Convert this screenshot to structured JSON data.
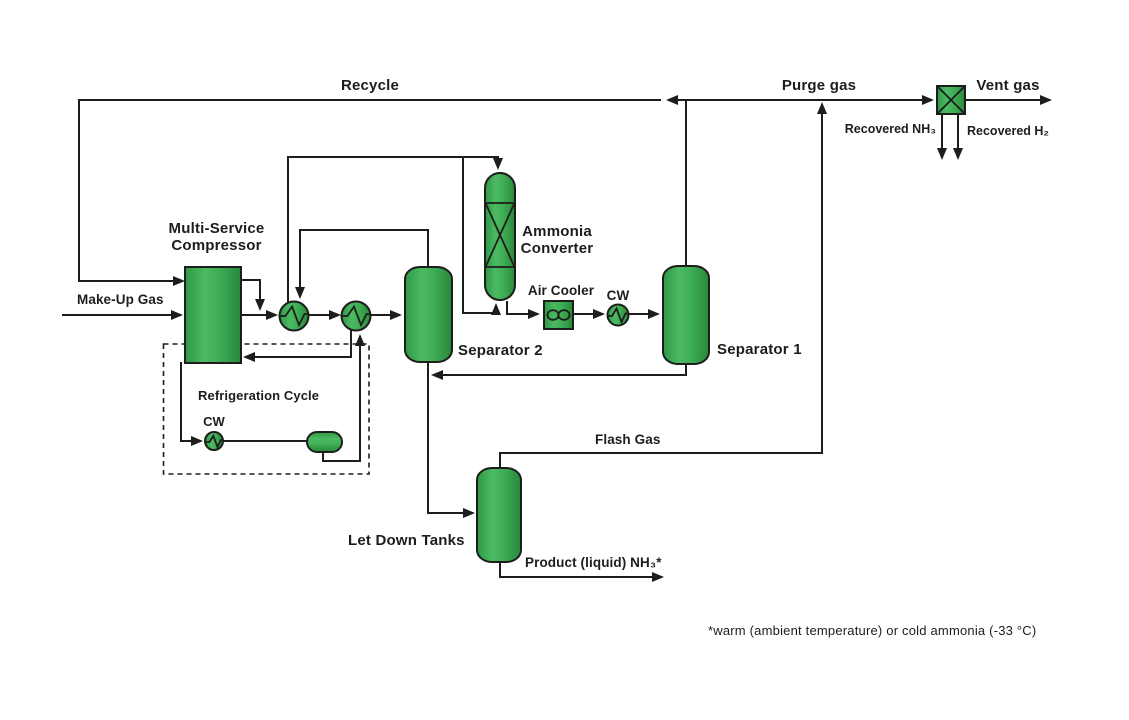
{
  "diagram": {
    "streams": {
      "recycle": "Recycle",
      "purge_gas": "Purge gas",
      "vent_gas": "Vent gas",
      "recovered_nh3": "Recovered NH₃",
      "recovered_h2": "Recovered H₂",
      "make_up_gas": "Make-Up Gas",
      "flash_gas": "Flash Gas",
      "product": "Product (liquid) NH₃*"
    },
    "equipment": {
      "compressor_line1": "Multi-Service",
      "compressor_line2": "Compressor",
      "converter_line1": "Ammonia",
      "converter_line2": "Converter",
      "air_cooler": "Air Cooler",
      "cw_cooler": "CW",
      "separator_2": "Separator 2",
      "separator_1": "Separator 1",
      "refrigeration_cycle": "Refrigeration Cycle",
      "refrigeration_cw": "CW",
      "let_down_tanks": "Let Down Tanks"
    },
    "footnote": "*warm (ambient temperature) or cold ammonia (-33 °C)",
    "colors": {
      "equipment_green": "#35A44C",
      "equipment_green_light": "#4FBD65",
      "equipment_green_dark": "#2B8F40",
      "line_color": "#1D1D1B",
      "background": "#FFFFFF"
    }
  }
}
